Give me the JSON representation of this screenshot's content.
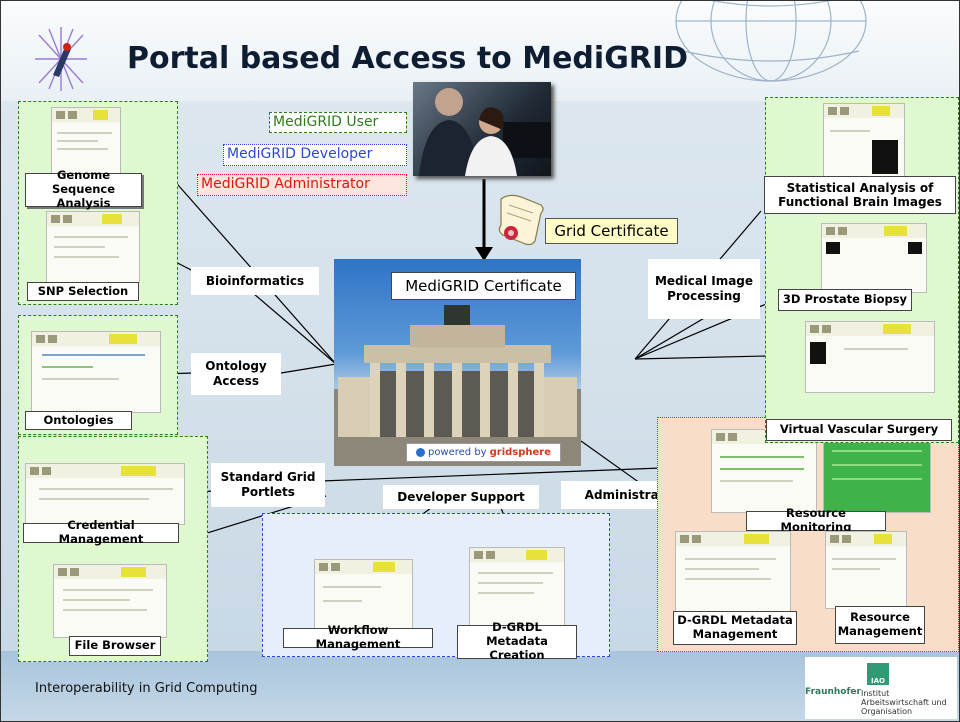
{
  "title": "Portal based Access to MediGRID",
  "footer": "Interoperability in Grid Computing",
  "roles": {
    "user": "MediGRID User",
    "developer": "MediGRID Developer",
    "administrator": "MediGRID Administrator"
  },
  "colors": {
    "user": "#2e7d1c",
    "developer": "#2b47d6",
    "administrator": "#e0160c",
    "green_panel": "#dff8cf",
    "red_panel": "#f8ddc8"
  },
  "center": {
    "certificate_label": "MediGRID Certificate",
    "grid_certificate": "Grid Certificate",
    "powered_prefix": "powered by",
    "powered_brand": "gridsphere"
  },
  "categories": {
    "bioinformatics": "Bioinformatics",
    "ontology_access": "Ontology Access",
    "standard_grid_portlets": "Standard Grid Portlets",
    "developer_support": "Developer Support",
    "administration": "Administration",
    "medical_image_processing": "Medical Image Processing"
  },
  "tools": {
    "genome_sequence_analysis": "Genome Sequence Analysis",
    "snp_selection": "SNP Selection",
    "ontologies": "Ontologies",
    "credential_management": "Credential Management",
    "file_browser": "File Browser",
    "workflow_management": "Workflow Management",
    "dgrdl_metadata_creation": "D-GRDL Metadata Creation",
    "resource_monitoring": "Resource Monitoring",
    "dgrdl_metadata_management": "D-GRDL Metadata Management",
    "resource_management": "Resource Management",
    "statistical_analysis": "Statistical Analysis of Functional Brain Images",
    "prostate_biopsy": "3D Prostate Biopsy",
    "vascular_surgery": "Virtual Vascular Surgery"
  },
  "logo": {
    "badge": "IAO",
    "name": "Fraunhofer",
    "line1": "Institut",
    "line2": "Arbeitswirtschaft und",
    "line3": "Organisation"
  }
}
